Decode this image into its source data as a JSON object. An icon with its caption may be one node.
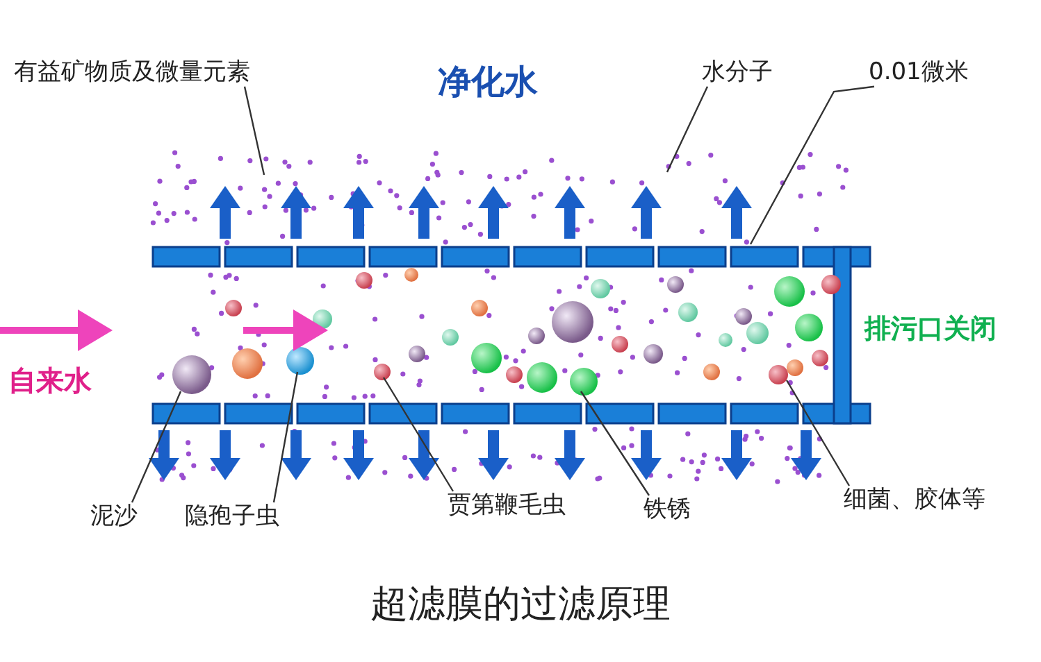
{
  "diagram": {
    "caption": "超滤膜的过滤原理",
    "nodes": [
      {
        "text": [
          "有益矿物质及微量元素"
        ]
      },
      {
        "text": [
          "水分子"
        ]
      },
      {
        "text": [
          "0.01微米"
        ]
      },
      {
        "text": [
          "泥沙"
        ]
      },
      {
        "text": [
          "隐孢子虫"
        ]
      },
      {
        "text": [
          "贾第鞭毛虫"
        ]
      },
      {
        "text": [
          "铁锈"
        ]
      },
      {
        "text": [
          "细菌、胶体等"
        ]
      }
    ],
    "edges": [
      {
        "from": 0,
        "to": null,
        "arrow": "none"
      },
      {
        "from": 1,
        "to": null,
        "arrow": "none"
      },
      {
        "from": 2,
        "to": null,
        "arrow": "none"
      },
      {
        "from": 3,
        "to": null,
        "arrow": "none"
      },
      {
        "from": 4,
        "to": null,
        "arrow": "none"
      },
      {
        "from": 5,
        "to": null,
        "arrow": "none"
      },
      {
        "from": 6,
        "to": null,
        "arrow": "none"
      },
      {
        "from": 7,
        "to": null,
        "arrow": "none"
      }
    ],
    "labels": [
      "净化水",
      "自来水",
      "排污口关闭"
    ]
  }
}
